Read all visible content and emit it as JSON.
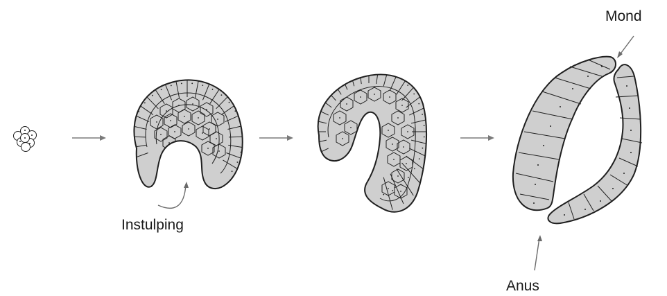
{
  "labels": {
    "invagination": "Instulping",
    "mouth": "Mond",
    "anus": "Anus"
  },
  "colors": {
    "tissue_fill": "#cfcfcf",
    "outline": "#1f1f1f",
    "arrow": "#7a7a7a"
  }
}
